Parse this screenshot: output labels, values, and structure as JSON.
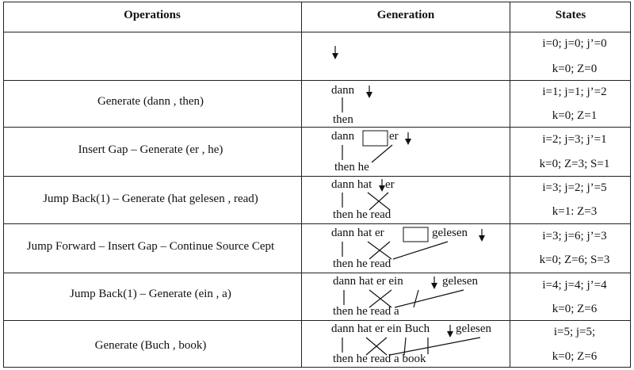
{
  "headers": {
    "operations": "Operations",
    "generation": "Generation",
    "states": "States"
  },
  "rows": [
    {
      "operation": "",
      "state_line1": "i=0; j=0; j’=0",
      "state_line2": "k=0; Z=0"
    },
    {
      "operation": "Generate (dann , then)",
      "src": [
        "dann"
      ],
      "tgt": [
        "then"
      ],
      "state_line1": "i=1; j=1; j’=2",
      "state_line2": "k=0; Z=1"
    },
    {
      "operation": "Insert Gap – Generate (er , he)",
      "src": [
        "dann",
        "er"
      ],
      "tgt": [
        "then he"
      ],
      "state_line1": "i=2; j=3; j’=1",
      "state_line2": "k=0; Z=3; S=1"
    },
    {
      "operation": "Jump Back(1) – Generate (hat gelesen , read)",
      "src": [
        "dann hat",
        "er"
      ],
      "tgt": [
        "then he  read"
      ],
      "state_line1": "i=3; j=2; j’=5",
      "state_line2": "k=1: Z=3"
    },
    {
      "operation": "Jump Forward – Insert Gap – Continue Source Cept",
      "src": [
        "dann hat   er",
        "gelesen"
      ],
      "tgt": [
        "then he  read"
      ],
      "state_line1": "i=3; j=6; j’=3",
      "state_line2": "k=0; Z=6; S=3"
    },
    {
      "operation": "Jump Back(1) – Generate (ein , a)",
      "src": [
        "dann hat   er  ein",
        "gelesen"
      ],
      "tgt": [
        "then he  read a"
      ],
      "state_line1": "i=4; j=4; j’=4",
      "state_line2": "k=0; Z=6"
    },
    {
      "operation": "Generate (Buch , book)",
      "src": [
        "dann hat er ein Buch",
        "gelesen"
      ],
      "tgt": [
        "then he read a   book"
      ],
      "state_line1": "i=5; j=5;",
      "state_line2": "k=0; Z=6"
    }
  ]
}
